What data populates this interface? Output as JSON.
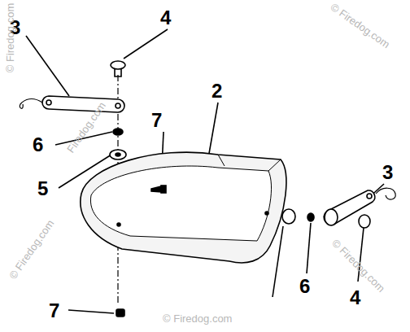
{
  "diagram": {
    "labels": [
      "3",
      "4",
      "2",
      "7",
      "6",
      "5",
      "3",
      "6",
      "4",
      "7",
      "© Firedog.com",
      "© Firedog.com",
      "© Firedog.com",
      "Firedog.com",
      "© Firedog.com",
      "© Firedog.com"
    ]
  }
}
